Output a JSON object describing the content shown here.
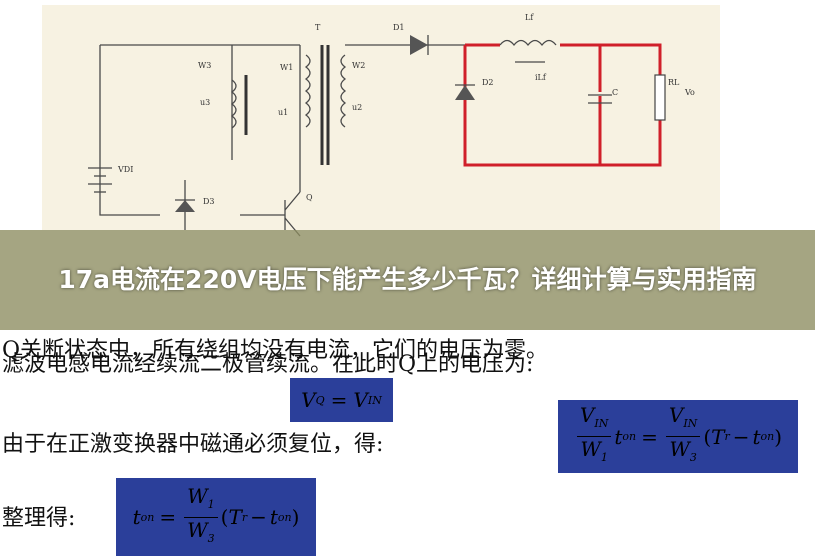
{
  "banner": {
    "title": "17a电流在220V电压下能产生多少千瓦？详细计算与实用指南"
  },
  "schematic_labels": {
    "source": "VDI",
    "w3": "W3",
    "u3": "u3",
    "w1": "W1",
    "u1": "u1",
    "t": "T",
    "w2": "W2",
    "u2": "u2",
    "d1": "D1",
    "d2": "D2",
    "d3": "D3",
    "lf": "Lf",
    "ilf": "iLf",
    "c": "C",
    "rl": "RL",
    "vo": "Vo",
    "q": "Q"
  },
  "text": {
    "line1": "Q关断状态中，所有绕组均没有电流，它们的电压为零。",
    "line2": "滤波电感电流经续流二极管续流。在此时Q上的电压为:",
    "line3": "由于在正激变换器中磁通必须复位，得:",
    "line4": "整理得:"
  },
  "equations": {
    "vq": {
      "lhs": "V",
      "lhs_sub": "Q",
      "rhs": "V",
      "rhs_sub": "IN"
    },
    "reset": {
      "vin": "V",
      "vin_sub": "IN",
      "w1": "W",
      "w1_sub": "1",
      "t": "t",
      "t_sub": "on",
      "w3": "W",
      "w3_sub": "3",
      "tr": "T",
      "tr_sub": "r"
    },
    "ton": {
      "t": "t",
      "t_sub": "on",
      "w1": "W",
      "w1_sub": "1",
      "w3": "W",
      "w3_sub": "3",
      "tr": "T",
      "tr_sub": "r"
    }
  }
}
